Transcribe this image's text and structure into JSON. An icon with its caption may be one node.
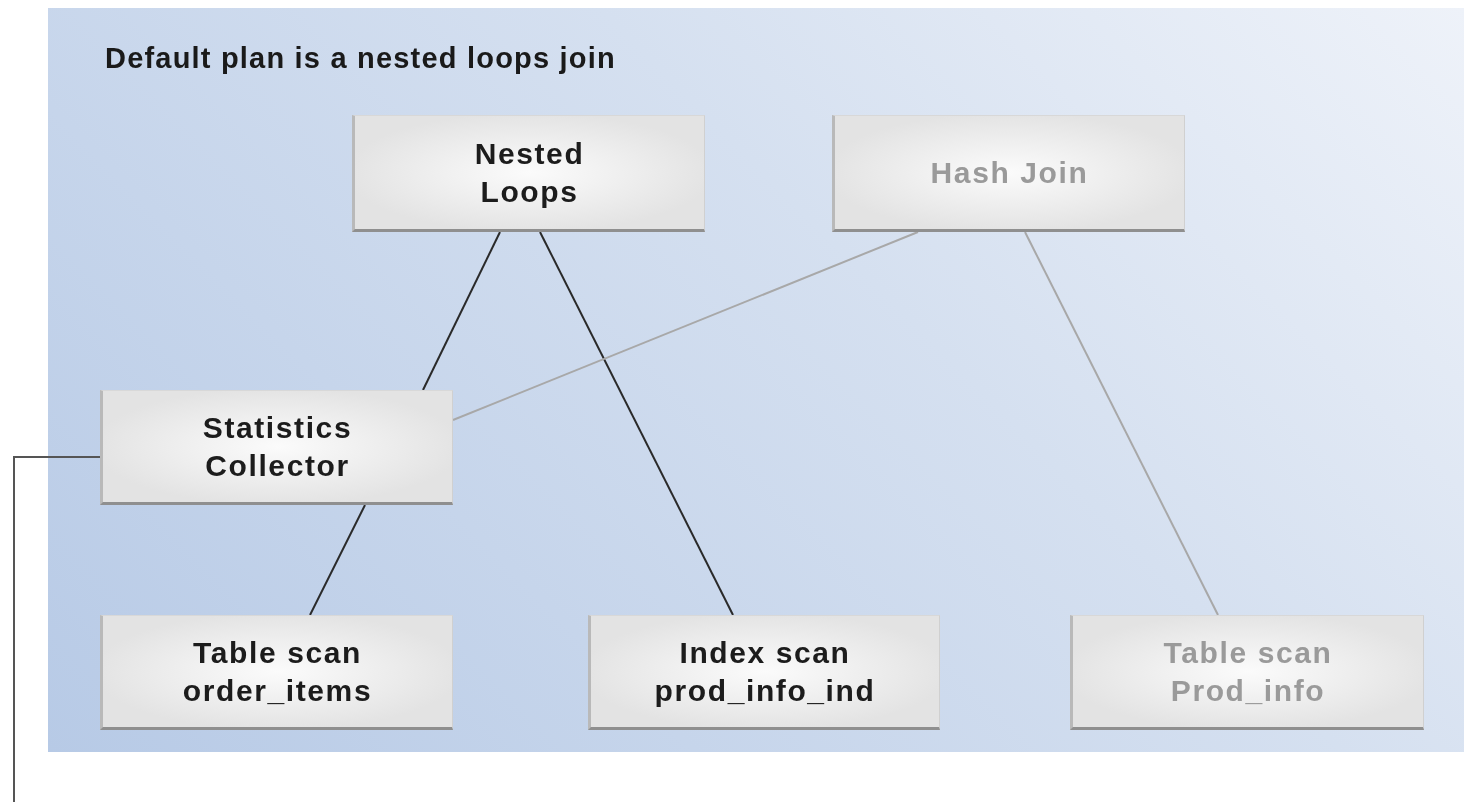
{
  "diagram": {
    "nodes": [
      {
        "text": [
          "Default plan is a nested loops join"
        ]
      },
      {
        "text": [
          "Nested Loops"
        ],
        "in": 0
      },
      {
        "text": [
          "Hash Join"
        ],
        "in": 0
      },
      {
        "text": [
          "Statistics Collector"
        ],
        "in": 0
      },
      {
        "text": [
          "Table scan order_items"
        ],
        "in": 0
      },
      {
        "text": [
          "Index scan prod_info_ind"
        ],
        "in": 0
      },
      {
        "text": [
          "Table scan Prod_info"
        ],
        "in": 0
      }
    ],
    "edges": [
      {
        "from": 1,
        "to": 3,
        "arrow": "none"
      },
      {
        "from": 1,
        "to": 5,
        "arrow": "none"
      },
      {
        "from": 2,
        "to": 3,
        "arrow": "none",
        "color": "#a8a8a8"
      },
      {
        "from": 2,
        "to": 6,
        "arrow": "none",
        "color": "#a8a8a8"
      },
      {
        "from": 3,
        "to": 4,
        "arrow": "none"
      },
      {
        "from": 3,
        "to": null,
        "arrow": "none"
      }
    ]
  }
}
